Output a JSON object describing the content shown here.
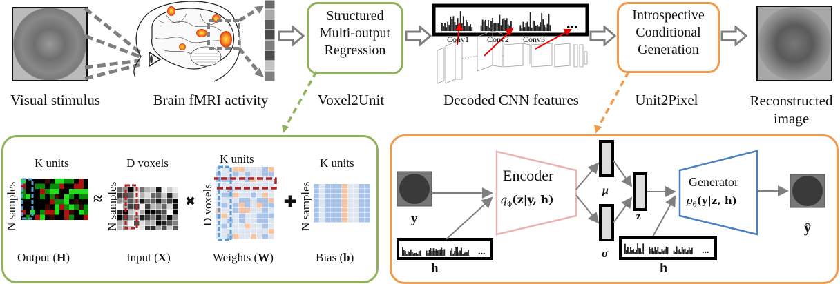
{
  "pipeline": {
    "stages": [
      {
        "id": "stimulus",
        "caption": "Visual stimulus"
      },
      {
        "id": "fmri",
        "caption": "Brain fMRI activity"
      },
      {
        "id": "voxel2unit",
        "box_lines": [
          "Structured",
          "Multi-output",
          "Regression"
        ],
        "caption": "Voxel2Unit"
      },
      {
        "id": "cnn",
        "caption": "Decoded CNN features",
        "layer_labels": [
          "Conv1",
          "Conv2",
          "Conv3"
        ],
        "ellipsis": "..."
      },
      {
        "id": "unit2pixel",
        "box_lines": [
          "Introspective",
          "Conditional",
          "Generation"
        ],
        "caption": "Unit2Pixel"
      },
      {
        "id": "recon",
        "caption_lines": [
          "Reconstructed",
          "image"
        ]
      }
    ]
  },
  "regression_panel": {
    "matrices": [
      {
        "id": "output",
        "top": "K units",
        "side": "N samples",
        "bottom": "Output (",
        "symbol": "H",
        "close": ")"
      },
      {
        "id": "input",
        "top": "D voxels",
        "side": "N samples",
        "bottom": "Input (",
        "symbol": "X",
        "close": ")"
      },
      {
        "id": "weights",
        "top": "K  units",
        "side": "D voxels",
        "bottom": "Weights (",
        "symbol": "W",
        "close": ")"
      },
      {
        "id": "bias",
        "top": "K units",
        "side": "N samples",
        "bottom": "Bias (",
        "symbol": "b",
        "close": ")"
      }
    ],
    "operators": [
      "≈",
      "✖",
      "✚"
    ]
  },
  "generation_panel": {
    "input_image_label": "y",
    "encoder_title": "Encoder",
    "encoder_formula": "q",
    "encoder_sub": "ϕ",
    "encoder_args": "(z|y, h)",
    "mu_label": "μ",
    "sigma_label": "σ",
    "z_label": "z",
    "generator_title": "Generator",
    "generator_formula": "p",
    "generator_sub": "θ",
    "generator_args": "(y|z, h)",
    "output_label": "ŷ",
    "h_label": "h",
    "ellipsis": "..."
  },
  "colors": {
    "green": "#8fb25a",
    "orange": "#f2994a",
    "encoder_border": "#e8b4b0",
    "generator_border": "#4a7fc1",
    "arrow_gray": "#7f7f7f",
    "red_highlight": "#b22222",
    "blue_highlight": "#5b9bd5"
  }
}
